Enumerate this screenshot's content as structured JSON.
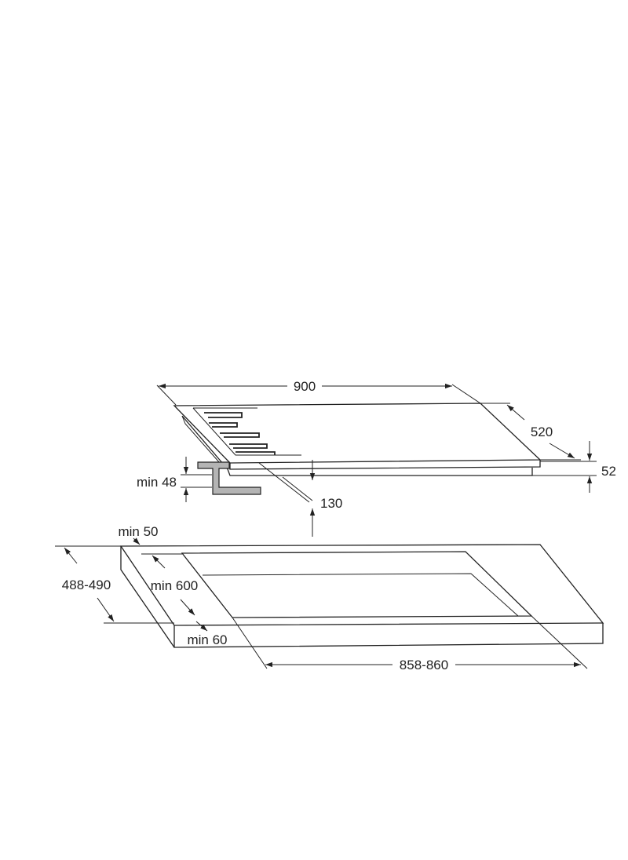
{
  "diagram": {
    "hob": {
      "width_label": "900",
      "depth_label": "520",
      "height_label": "52",
      "bracket_label": "min 48",
      "offset_label": "130"
    },
    "cutout": {
      "back_margin_label": "min 50",
      "depth_label": "488-490",
      "worktop_depth_label": "min 600",
      "front_margin_label": "min 60",
      "width_label": "858-860"
    },
    "colors": {
      "line": "#222222",
      "bracket_fill": "#b4b4b4",
      "background": "#ffffff"
    }
  }
}
